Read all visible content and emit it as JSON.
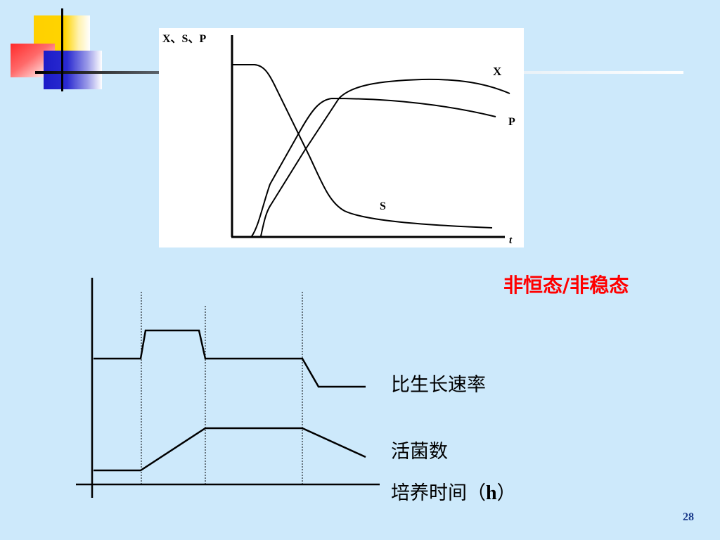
{
  "slide": {
    "page_number": "28"
  },
  "top_chart": {
    "y_axis_label": "X、S、P",
    "x_axis_label": "t",
    "curve_labels": {
      "x": "X",
      "p": "P",
      "s": "S"
    }
  },
  "bottom_diagram": {
    "state_note": "非恒态/非稳态",
    "specific_growth_rate_label": "比生长速率",
    "viable_cell_label": "活菌数",
    "time_axis_label": {
      "prefix": "培养时间（",
      "unit": "h",
      "suffix": "）"
    }
  },
  "colors": {
    "background": "#cde9fb",
    "accent_red": "#ff0000",
    "line": "#000000",
    "page_number": "#1a3a8a"
  }
}
